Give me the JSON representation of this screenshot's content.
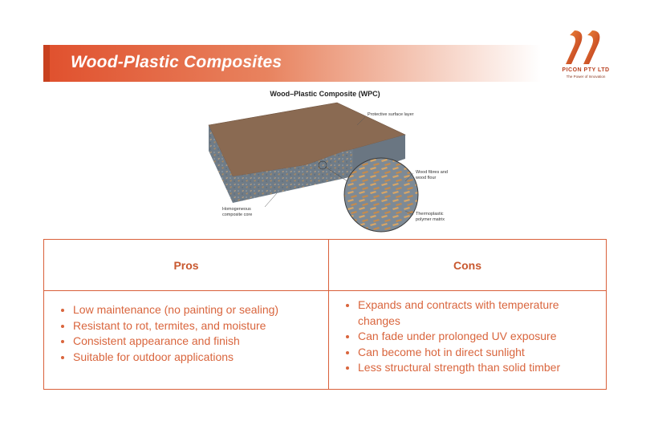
{
  "slide": {
    "title": "Wood-Plastic Composites"
  },
  "logo": {
    "name": "PICON PTY LTD",
    "tagline": "The Power of Innovation",
    "brand_color": "#b8401f"
  },
  "figure": {
    "title": "Wood–Plastic Composite (WPC)",
    "callouts": {
      "surface": "Protective surface layer",
      "fibres": "Wood fibres and wood flour",
      "core": "Homogeneous composite core",
      "matrix": "Thermoplastic polymer matrix"
    }
  },
  "table": {
    "headers": {
      "pros": "Pros",
      "cons": "Cons"
    },
    "pros": [
      "Low maintenance (no painting or sealing)",
      "Resistant to rot, termites, and moisture",
      "Consistent appearance and finish",
      "Suitable for outdoor applications"
    ],
    "cons": [
      "Expands and contracts with temperature changes",
      "Can fade under prolonged UV exposure",
      "Can become hot in direct sunlight",
      "Less structural strength than solid timber"
    ]
  },
  "colors": {
    "accent": "#e0502d",
    "text_accent": "#d9653d"
  }
}
